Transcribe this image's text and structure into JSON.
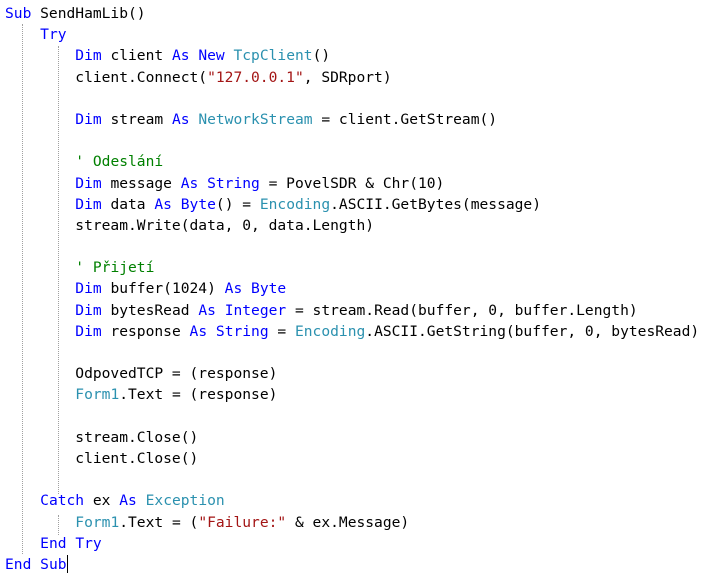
{
  "editor": {
    "lines": [
      [
        {
          "t": "Sub",
          "k": "keyword"
        },
        {
          "t": " SendHamLib()",
          "k": "plain"
        }
      ],
      [
        {
          "t": "    ",
          "k": "plain"
        },
        {
          "t": "Try",
          "k": "keyword"
        }
      ],
      [
        {
          "t": "        ",
          "k": "plain"
        },
        {
          "t": "Dim",
          "k": "keyword"
        },
        {
          "t": " client ",
          "k": "plain"
        },
        {
          "t": "As",
          "k": "keyword"
        },
        {
          "t": " ",
          "k": "plain"
        },
        {
          "t": "New",
          "k": "keyword"
        },
        {
          "t": " ",
          "k": "plain"
        },
        {
          "t": "TcpClient",
          "k": "type"
        },
        {
          "t": "()",
          "k": "plain"
        }
      ],
      [
        {
          "t": "        client.Connect(",
          "k": "plain"
        },
        {
          "t": "\"127.0.0.1\"",
          "k": "string"
        },
        {
          "t": ", SDRport)",
          "k": "plain"
        }
      ],
      [],
      [
        {
          "t": "        ",
          "k": "plain"
        },
        {
          "t": "Dim",
          "k": "keyword"
        },
        {
          "t": " stream ",
          "k": "plain"
        },
        {
          "t": "As",
          "k": "keyword"
        },
        {
          "t": " ",
          "k": "plain"
        },
        {
          "t": "NetworkStream",
          "k": "type"
        },
        {
          "t": " = client.GetStream()",
          "k": "plain"
        }
      ],
      [],
      [
        {
          "t": "        ",
          "k": "plain"
        },
        {
          "t": "' Odeslání",
          "k": "comment"
        }
      ],
      [
        {
          "t": "        ",
          "k": "plain"
        },
        {
          "t": "Dim",
          "k": "keyword"
        },
        {
          "t": " message ",
          "k": "plain"
        },
        {
          "t": "As",
          "k": "keyword"
        },
        {
          "t": " ",
          "k": "plain"
        },
        {
          "t": "String",
          "k": "keyword"
        },
        {
          "t": " = PovelSDR & Chr(10)",
          "k": "plain"
        }
      ],
      [
        {
          "t": "        ",
          "k": "plain"
        },
        {
          "t": "Dim",
          "k": "keyword"
        },
        {
          "t": " data ",
          "k": "plain"
        },
        {
          "t": "As",
          "k": "keyword"
        },
        {
          "t": " ",
          "k": "plain"
        },
        {
          "t": "Byte",
          "k": "keyword"
        },
        {
          "t": "() = ",
          "k": "plain"
        },
        {
          "t": "Encoding",
          "k": "type"
        },
        {
          "t": ".ASCII.GetBytes(message)",
          "k": "plain"
        }
      ],
      [
        {
          "t": "        stream.Write(data, 0, data.Length)",
          "k": "plain"
        }
      ],
      [],
      [
        {
          "t": "        ",
          "k": "plain"
        },
        {
          "t": "' Přijetí",
          "k": "comment"
        }
      ],
      [
        {
          "t": "        ",
          "k": "plain"
        },
        {
          "t": "Dim",
          "k": "keyword"
        },
        {
          "t": " buffer(1024) ",
          "k": "plain"
        },
        {
          "t": "As",
          "k": "keyword"
        },
        {
          "t": " ",
          "k": "plain"
        },
        {
          "t": "Byte",
          "k": "keyword"
        }
      ],
      [
        {
          "t": "        ",
          "k": "plain"
        },
        {
          "t": "Dim",
          "k": "keyword"
        },
        {
          "t": " bytesRead ",
          "k": "plain"
        },
        {
          "t": "As",
          "k": "keyword"
        },
        {
          "t": " ",
          "k": "plain"
        },
        {
          "t": "Integer",
          "k": "keyword"
        },
        {
          "t": " = stream.Read(buffer, 0, buffer.Length)",
          "k": "plain"
        }
      ],
      [
        {
          "t": "        ",
          "k": "plain"
        },
        {
          "t": "Dim",
          "k": "keyword"
        },
        {
          "t": " response ",
          "k": "plain"
        },
        {
          "t": "As",
          "k": "keyword"
        },
        {
          "t": " ",
          "k": "plain"
        },
        {
          "t": "String",
          "k": "keyword"
        },
        {
          "t": " = ",
          "k": "plain"
        },
        {
          "t": "Encoding",
          "k": "type"
        },
        {
          "t": ".ASCII.GetString(buffer, 0, bytesRead)",
          "k": "plain"
        }
      ],
      [],
      [
        {
          "t": "        OdpovedTCP = (response)",
          "k": "plain"
        }
      ],
      [
        {
          "t": "        ",
          "k": "plain"
        },
        {
          "t": "Form1",
          "k": "type"
        },
        {
          "t": ".Text = (response)",
          "k": "plain"
        }
      ],
      [],
      [
        {
          "t": "        stream.Close()",
          "k": "plain"
        }
      ],
      [
        {
          "t": "        client.Close()",
          "k": "plain"
        }
      ],
      [],
      [
        {
          "t": "    ",
          "k": "plain"
        },
        {
          "t": "Catch",
          "k": "keyword"
        },
        {
          "t": " ex ",
          "k": "plain"
        },
        {
          "t": "As",
          "k": "keyword"
        },
        {
          "t": " ",
          "k": "plain"
        },
        {
          "t": "Exception",
          "k": "type"
        }
      ],
      [
        {
          "t": "        ",
          "k": "plain"
        },
        {
          "t": "Form1",
          "k": "type"
        },
        {
          "t": ".Text = (",
          "k": "plain"
        },
        {
          "t": "\"Failure:\"",
          "k": "string"
        },
        {
          "t": " & ex.Message)",
          "k": "plain"
        }
      ],
      [
        {
          "t": "    ",
          "k": "plain"
        },
        {
          "t": "End",
          "k": "keyword"
        },
        {
          "t": " ",
          "k": "plain"
        },
        {
          "t": "Try",
          "k": "keyword"
        }
      ],
      [
        {
          "t": "End",
          "k": "keyword"
        },
        {
          "t": " ",
          "k": "plain"
        },
        {
          "t": "Sub",
          "k": "keyword"
        }
      ]
    ],
    "caret_line": 26
  },
  "colors": {
    "background": "#ffffff",
    "keyword": "#0000ff",
    "type": "#2b91af",
    "string": "#a31515",
    "comment": "#008000",
    "plain": "#000000"
  }
}
